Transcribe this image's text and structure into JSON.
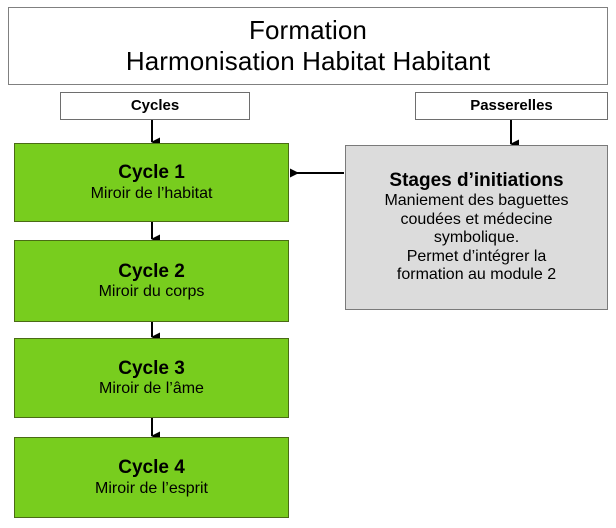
{
  "diagram": {
    "title": {
      "line1": "Formation",
      "line2": "Harmonisation Habitat Habitant"
    },
    "labels": {
      "cycles": "Cycles",
      "passerelles": "Passerelles"
    },
    "cycles": [
      {
        "title": "Cycle 1",
        "subtitle": "Miroir de l’habitat"
      },
      {
        "title": "Cycle 2",
        "subtitle": "Miroir du corps"
      },
      {
        "title": "Cycle 3",
        "subtitle": "Miroir de l’âme"
      },
      {
        "title": "Cycle 4",
        "subtitle": "Miroir de l’esprit"
      }
    ],
    "stages": {
      "title": "Stages d’initiations",
      "lines": [
        "Maniement des baguettes",
        "coudées et médecine",
        "symbolique.",
        "Permet d’intégrer la",
        "formation au module 2"
      ]
    },
    "colors": {
      "cycle_fill": "#78cd1e",
      "cycle_border": "#4a6b15",
      "stages_fill": "#dcdcdc",
      "stages_border": "#7a7a7a",
      "box_border": "#808080",
      "connector": "#000000",
      "background": "#ffffff"
    }
  }
}
